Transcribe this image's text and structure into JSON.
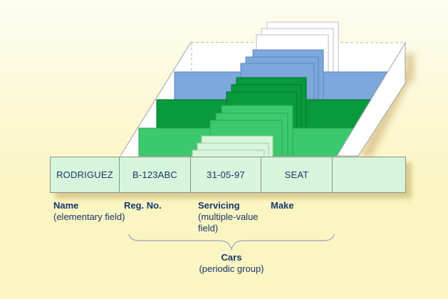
{
  "diagram": {
    "description": "record structure with periodic group occurrences stacked in a 3D tray",
    "record_row": {
      "cells": [
        "RODRIGUEZ",
        "B-123ABC",
        "31-05-97",
        "SEAT",
        ""
      ]
    },
    "field_labels": {
      "name": {
        "title": "Name",
        "subtitle": "(elementary field)"
      },
      "reg_no": {
        "title": "Reg. No."
      },
      "servicing": {
        "title": "Servicing",
        "subtitle_line1": "(multiple-value",
        "subtitle_line2": "field)"
      },
      "make": {
        "title": "Make"
      }
    },
    "group_label": {
      "title": "Cars",
      "subtitle": "(periodic group)"
    },
    "card_stacks": [
      {
        "name": "white-occurrences",
        "color": "#ffffff",
        "visible_cards": 3
      },
      {
        "name": "blue-occurrences",
        "color": "#7ca8db",
        "visible_cards": 4
      },
      {
        "name": "dark-green-occurrences",
        "color": "#089a3c",
        "visible_cards": 4
      },
      {
        "name": "medium-green-occurrences",
        "color": "#3cc96d",
        "visible_cards": 4
      },
      {
        "name": "light-green-occurrences",
        "color": "#d8f6db",
        "visible_cards": 3
      }
    ],
    "colors": {
      "background_top": "#fdfdf1",
      "background_bottom": "#fbf5c2",
      "row_fill": "#d7f5da",
      "card_blue": "#7ca8db",
      "card_blue_border": "#5d85c1",
      "card_dark_green": "#089a3c",
      "card_dark_green_border": "#07702f",
      "card_medium_green": "#3cc96d",
      "card_medium_green_border": "#2ba158",
      "card_light_green": "#d8f6db",
      "card_light_green_border": "#a4c9aa",
      "card_white_border": "#b7bcc3",
      "gray_border": "#87938b",
      "text_navy": "#17356b",
      "brace_gray": "#a9b0b8",
      "shadow_tan": "#d6bd85"
    }
  }
}
